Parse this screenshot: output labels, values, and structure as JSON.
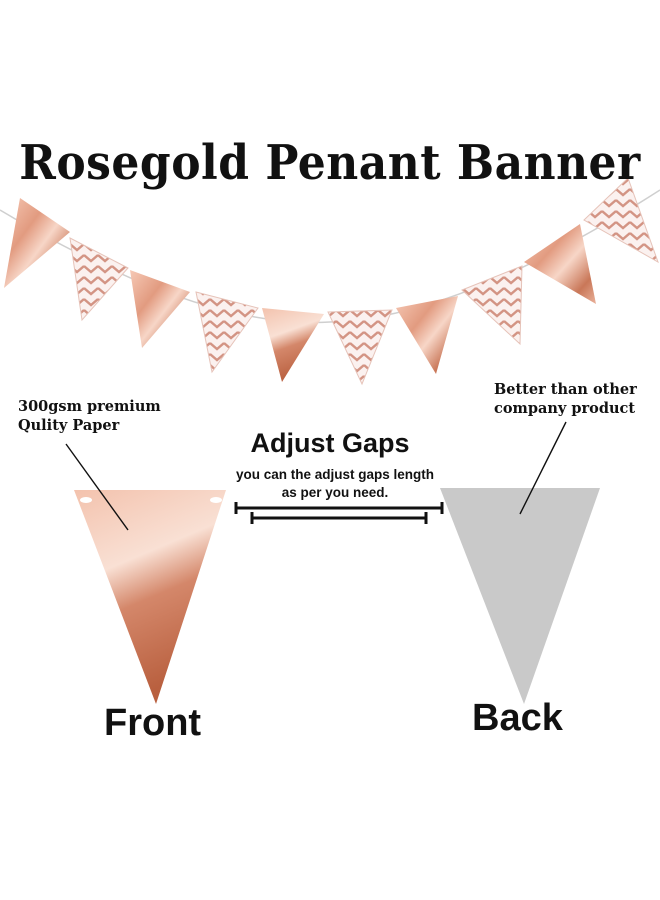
{
  "title": "Rosegold Penant Banner",
  "notes": {
    "paper_line1": "300gsm premium",
    "paper_line2": "Qulity Paper",
    "better_line1": "Better than other",
    "better_line2": "company product"
  },
  "adjust": {
    "heading": "Adjust Gaps",
    "line1": "you can the adjust gaps length",
    "line2": "as per you need."
  },
  "labels": {
    "front": "Front",
    "back": "Back"
  },
  "colors": {
    "rose": "#e9a88f",
    "rose_dark": "#b8664a",
    "rose_light": "#f8dccf",
    "back_gray": "#c9c9c9",
    "chevron": "#d79a8c",
    "text": "#111111"
  }
}
